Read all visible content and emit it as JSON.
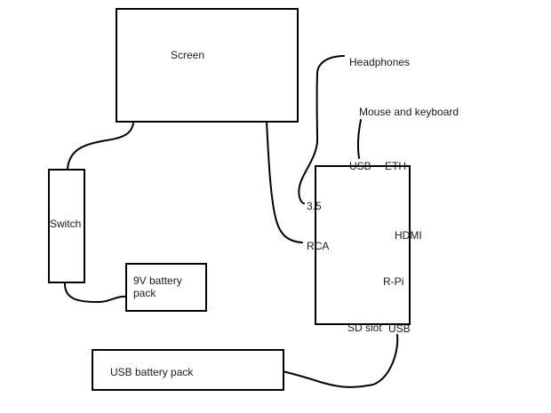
{
  "diagram": {
    "title": "Raspberry Pi portable build wiring sketch",
    "components": {
      "screen": "Screen",
      "switch": "Switch",
      "battery_9v_line1": "9V battery",
      "battery_9v_line2": "pack",
      "usb_battery": "USB battery pack",
      "rpi": "R-Pi"
    },
    "external": {
      "headphones": "Headphones",
      "mouse_keyboard": "Mouse and keyboard"
    },
    "ports": {
      "usb_top": "USB",
      "eth": "ETH",
      "audio": "3.5",
      "rca": "RCA",
      "hdmi": "HDMI",
      "sd_slot": "SD slot",
      "usb_bottom": "USB"
    },
    "connections": [
      {
        "from": "Screen",
        "to": "Switch"
      },
      {
        "from": "Switch",
        "to": "9V battery pack"
      },
      {
        "from": "Screen",
        "to": "R-Pi RCA"
      },
      {
        "from": "Headphones",
        "to": "R-Pi 3.5"
      },
      {
        "from": "Mouse and keyboard",
        "to": "R-Pi USB"
      },
      {
        "from": "R-Pi USB (power)",
        "to": "USB battery pack"
      }
    ]
  }
}
